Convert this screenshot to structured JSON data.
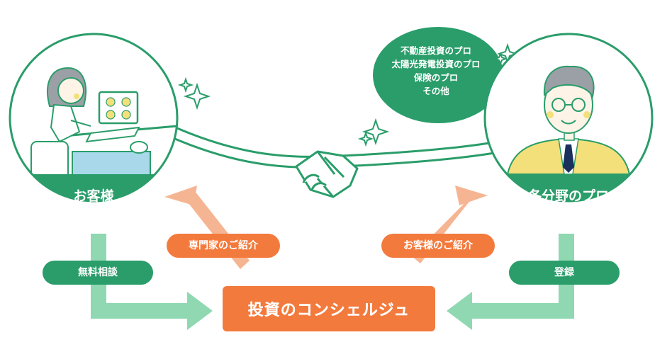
{
  "left_party": {
    "label": "お客様"
  },
  "right_party": {
    "label": "各分野のプロ"
  },
  "speech_bubble": {
    "lines": [
      "不動産投資のプロ",
      "太陽光発電投資のプロ",
      "保険のプロ",
      "その他"
    ]
  },
  "flows": {
    "free_consultation": "無料相談",
    "registration": "登録",
    "expert_introduction": "専門家のご紹介",
    "customer_introduction": "お客様のご紹介"
  },
  "center": {
    "label": "投資のコンシェルジュ"
  },
  "colors": {
    "green": "#2a9d6a",
    "light_green_arrow": "#8fd8b2",
    "orange": "#f37a3d",
    "light_orange_arrow": "#f6b592",
    "yellow": "#f3e07a"
  }
}
